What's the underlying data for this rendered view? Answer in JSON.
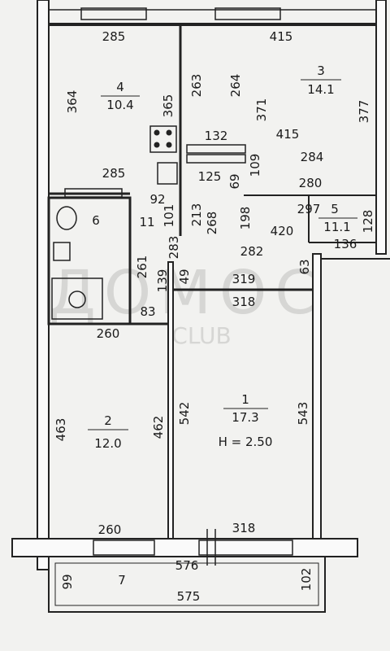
{
  "watermark": {
    "main": "ДОМОС",
    "sub": "CLUB"
  },
  "rooms": [
    {
      "id": "room-1",
      "number": "1",
      "area": "17.3"
    },
    {
      "id": "room-2",
      "number": "2",
      "area": "12.0"
    },
    {
      "id": "room-3",
      "number": "3",
      "area": "14.1"
    },
    {
      "id": "room-4",
      "number": "4",
      "area": "10.4"
    },
    {
      "id": "room-5",
      "number": "5",
      "area": "11.1"
    },
    {
      "id": "room-6",
      "number": "6",
      "area": ""
    },
    {
      "id": "room-7",
      "number": "7",
      "area": ""
    },
    {
      "id": "room-11",
      "number": "11",
      "area": ""
    }
  ],
  "ceiling_height": "H = 2.50",
  "dimensions": {
    "d285_top": "285",
    "d415_top": "415",
    "d364": "364",
    "d365": "365",
    "d263": "263",
    "d264": "264",
    "d371": "371",
    "d377": "377",
    "d415_mid": "415",
    "d284": "284",
    "d132": "132",
    "d109": "109",
    "d125": "125",
    "d69": "69",
    "d280": "280",
    "d285_mid": "285",
    "d92": "92",
    "d297": "297",
    "d128": "128",
    "d136": "136",
    "d101": "101",
    "d213": "213",
    "d268": "268",
    "d198": "198",
    "d420": "420",
    "d282": "282",
    "d283": "283",
    "d261": "261",
    "d139": "139",
    "d49": "49",
    "d63": "63",
    "d319": "319",
    "d318_mid": "318",
    "d83": "83",
    "d260_mid": "260",
    "d463": "463",
    "d462": "462",
    "d542": "542",
    "d543": "543",
    "d260_bot": "260",
    "d318_bot": "318",
    "d576": "576",
    "d575": "575",
    "d99": "99",
    "d102": "102"
  }
}
